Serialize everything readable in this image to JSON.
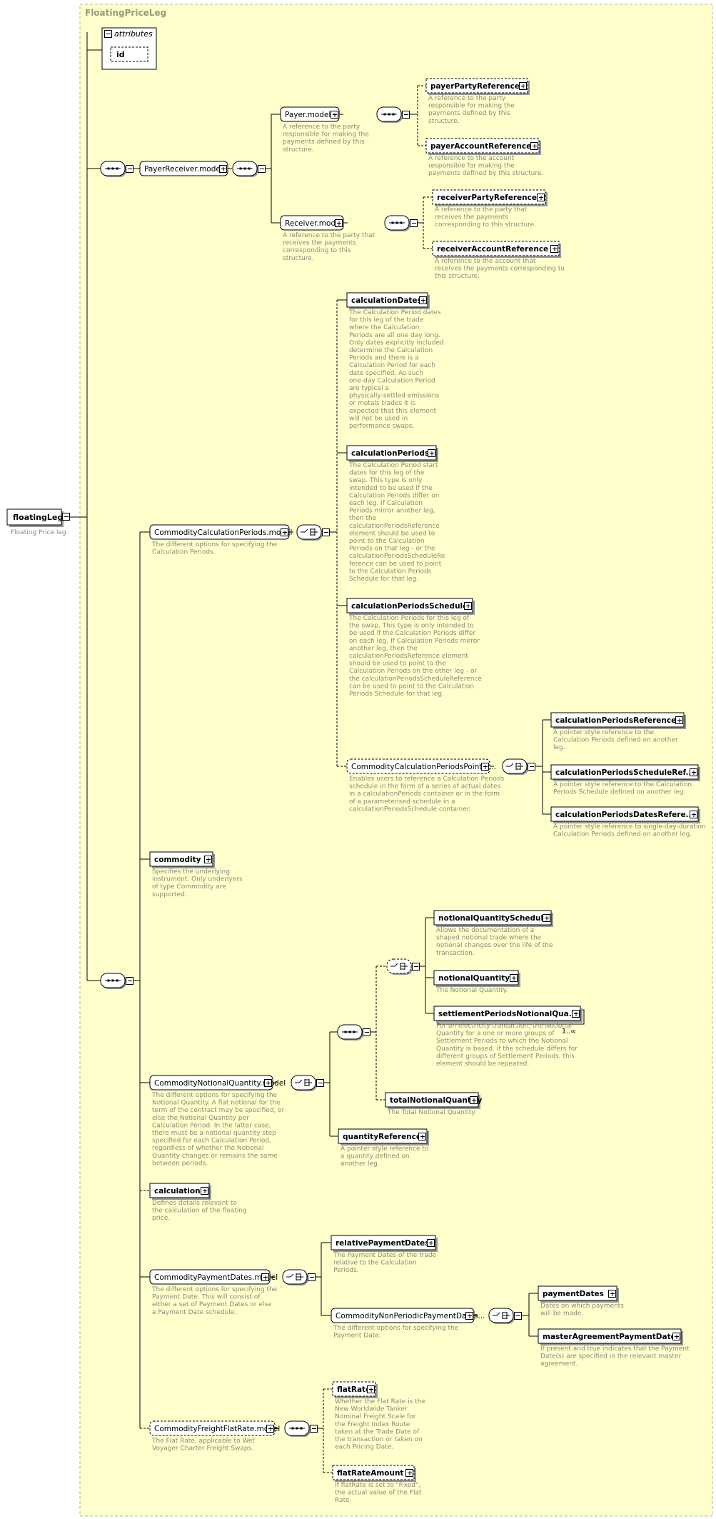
{
  "group": {
    "title": "FloatingPriceLeg"
  },
  "root": {
    "name": "floatingLeg",
    "doc": [
      "Floating Price leg."
    ]
  },
  "attributes": {
    "title": "attributes",
    "items": [
      "id"
    ]
  },
  "cardinality": {
    "settlement": "1..∞"
  },
  "elements": [
    {
      "id": "payerreceiver",
      "label": "PayerReceiver.model",
      "doc": []
    },
    {
      "id": "payer",
      "label": "Payer.model",
      "doc": [
        "A reference to the party",
        "responsible for making the",
        "payments defined by this",
        "structure."
      ]
    },
    {
      "id": "payerParty",
      "label": "payerPartyReference",
      "doc": [
        "A reference to the party",
        "responsible for making the",
        "payments defined by this",
        "structure."
      ]
    },
    {
      "id": "payerAccount",
      "label": "payerAccountReference",
      "doc": [
        "A reference to the account",
        "responsible for making the",
        "payments defined by this structure."
      ]
    },
    {
      "id": "receiver",
      "label": "Receiver.model",
      "doc": [
        "A reference to the party that",
        "receives the payments",
        "corresponding to this",
        "structure."
      ]
    },
    {
      "id": "receiverParty",
      "label": "receiverPartyReference",
      "doc": [
        "A reference to the party that",
        "receives the payments",
        "corresponding to this structure."
      ]
    },
    {
      "id": "receiverAccount",
      "label": "receiverAccountReference",
      "doc": [
        "A reference to the account that",
        "receives the payments corresponding to",
        "this structure."
      ]
    },
    {
      "id": "ccp",
      "label": "CommodityCalculationPeriods.model",
      "doc": [
        "The different options for specifying the",
        "Calculation Periods."
      ]
    },
    {
      "id": "calcDates",
      "label": "calculationDates",
      "doc": [
        "The Calculation Period dates",
        "for this leg of the trade",
        "where the Calculation",
        "Periods are all one day long.",
        "Only dates explicitly included",
        "determine the Calculation",
        "Periods and there is a",
        "Calculation Period for each",
        "date specified. As such",
        "one-day Calculation Period",
        "are typical a",
        "physically-settled emissions",
        "or metals trades it is",
        "expected that this element",
        "will not be used in",
        "performance swaps."
      ]
    },
    {
      "id": "calcPeriods",
      "label": "calculationPeriods",
      "doc": [
        "The Calculation Period start",
        "dates for this leg of the",
        "swap. This type is only",
        "intended to be used if the",
        "Calculation Periods differ on",
        "each leg. If Calculation",
        "Periods mirror another leg,",
        "then the",
        "calculationPeriodsReference",
        "element should be used to",
        "point to the Calculation",
        "Periods on that leg - or the",
        "calculationPeriodsScheduleRe",
        "ference can be used to point",
        "to the Calculation Periods",
        "Schedule for that leg."
      ]
    },
    {
      "id": "calcSched",
      "label": "calculationPeriodsSchedule",
      "doc": [
        "The Calculation Periods for this leg of",
        "the swap. This type is only intended to",
        "be used if the Calculation Periods differ",
        "on each leg. If Calculation Periods mirror",
        "another leg, then the",
        "calculationPeriodsReference element",
        "should be used to point to the",
        "Calculation Periods on the other leg - or",
        "the calculationPeriodsScheduleReference",
        "can be used to point to the Calculation",
        "Periods Schedule for that leg."
      ]
    },
    {
      "id": "cpPointer",
      "label": "CommodityCalculationPeriodsPointer...",
      "doc": [
        "Enables users to reference a Calculation Periods",
        "schedule in the form of a series of actual dates",
        "in a calculationPeriods container or in the form",
        "of a parameterised schedule in a",
        "calculationPeriodsSchedule container."
      ]
    },
    {
      "id": "cpRef",
      "label": "calculationPeriodsReference",
      "doc": [
        "A pointer style reference to the",
        "Calculation Periods defined on another",
        "leg."
      ]
    },
    {
      "id": "cpSchedRef",
      "label": "calculationPeriodsScheduleRef...",
      "doc": [
        "A pointer style reference to the Calculation",
        "Periods Schedule defined on another leg."
      ]
    },
    {
      "id": "cpDatesRef",
      "label": "calculationPeriodsDatesRefere...",
      "doc": [
        "A pointer style reference to single-day-duration",
        "Calculation Periods defined on another leg."
      ]
    },
    {
      "id": "commodity",
      "label": "commodity",
      "doc": [
        "Specifies the underlying",
        "instrument. Only underlyers",
        "of type Commodity are",
        "supported."
      ]
    },
    {
      "id": "cnq",
      "label": "CommodityNotionalQuantity.model",
      "doc": [
        "The different options for specifying the",
        "Notional Quantity. A flat notional for the",
        "term of the contract may be specified, or",
        "else the Notional Quantity per",
        "Calculation Period. In the latter case,",
        "there must be a notional quantity step",
        "specified for each Calculation Period,",
        "regardless of whether the Notional",
        "Quantity changes or remains the same",
        "between periods."
      ]
    },
    {
      "id": "nqSched",
      "label": "notionalQuantitySchedule",
      "doc": [
        "Allows the documentation of a",
        "shaped notional trade where the",
        "notional changes over the life of the",
        "transaction."
      ]
    },
    {
      "id": "nq",
      "label": "notionalQuantity",
      "doc": [
        "The Notional Quantity."
      ]
    },
    {
      "id": "spnq",
      "label": "settlementPeriodsNotionalQua...",
      "doc": [
        "For an electricity transaction, the Notional",
        "Quantity for a one or more groups of",
        "Settlement Periods to which the Notional",
        "Quantity is based. If the schedule differs for",
        "different groups of Settlement Periods, this",
        "element should be repeated."
      ]
    },
    {
      "id": "tnq",
      "label": "totalNotionalQuantity",
      "doc": [
        "The Total Notional Quantity."
      ]
    },
    {
      "id": "qtyRef",
      "label": "quantityReference",
      "doc": [
        "A pointer style reference to",
        "a quantity defined on",
        "another leg."
      ]
    },
    {
      "id": "calculation",
      "label": "calculation",
      "doc": [
        "Defines details relevant to",
        "the calculation of the floating",
        "price."
      ]
    },
    {
      "id": "cpd",
      "label": "CommodityPaymentDates.model",
      "doc": [
        "The different options for specifying the",
        "Payment Date. This will consist of",
        "either a set of Payment Dates or else",
        "a Payment Date schedule."
      ]
    },
    {
      "id": "relPay",
      "label": "relativePaymentDates",
      "doc": [
        "The Payment Dates of the trade",
        "relative to the Calculation",
        "Periods."
      ]
    },
    {
      "id": "cnppd",
      "label": "CommodityNonPeriodicPaymentDates...",
      "doc": [
        "The different options for specifying the",
        "Payment Date."
      ]
    },
    {
      "id": "payDates",
      "label": "paymentDates",
      "doc": [
        "Dates on which payments",
        "will be made."
      ]
    },
    {
      "id": "mapd",
      "label": "masterAgreementPaymentDates",
      "doc": [
        "If present and true indicates that the Payment",
        "Date(s) are specified in the relevant master",
        "agreement."
      ]
    },
    {
      "id": "cffr",
      "label": "CommodityFreightFlatRate.model",
      "doc": [
        "The Flat Rate, applicable to Wet",
        "Voyager Charter Freight Swaps."
      ]
    },
    {
      "id": "flatRate",
      "label": "flatRate",
      "doc": [
        "Whether the Flat Rate is the",
        "New Worldwide Tanker",
        "Nominal Freight Scale for",
        "the Freight Index Route",
        "taken at the Trade Date of",
        "the transaction or taken on",
        "each Pricing Date."
      ]
    },
    {
      "id": "flatRateAmount",
      "label": "flatRateAmount",
      "doc": [
        "If flatRate is set to \"Fixed\",",
        "the actual value of the Flat",
        "Rate."
      ]
    }
  ]
}
